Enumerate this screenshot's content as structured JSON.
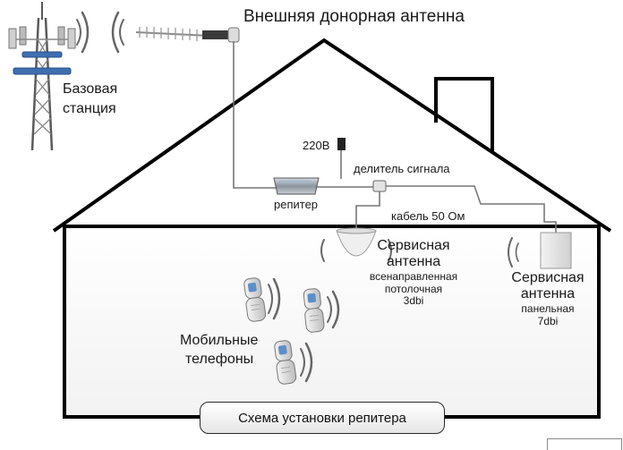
{
  "title": "Внешняя донорная антенна",
  "base_station": {
    "line1": "Базовая",
    "line2": "станция"
  },
  "power": "220В",
  "splitter": "делитель сигнала",
  "repeater": "репитер",
  "cable": "кабель 50 Ом",
  "ceiling_antenna": {
    "line1": "Сервисная",
    "line2": "антенна",
    "line3": "всенаправленная",
    "line4": "потолочная",
    "line5": "3dbi"
  },
  "panel_antenna": {
    "line1": "Сервисная",
    "line2": "антенна",
    "line3": "панельная",
    "line4": "7dbi"
  },
  "phones": {
    "line1": "Мобильные",
    "line2": "телефоны"
  },
  "caption": "Схема установки репитера",
  "icons": [
    "cell-tower-icon",
    "yagi-antenna-icon",
    "repeater-icon",
    "power-adapter-icon",
    "splitter-icon",
    "ceiling-antenna-icon",
    "panel-antenna-icon",
    "mobile-phone-icon",
    "signal-waves-icon"
  ]
}
